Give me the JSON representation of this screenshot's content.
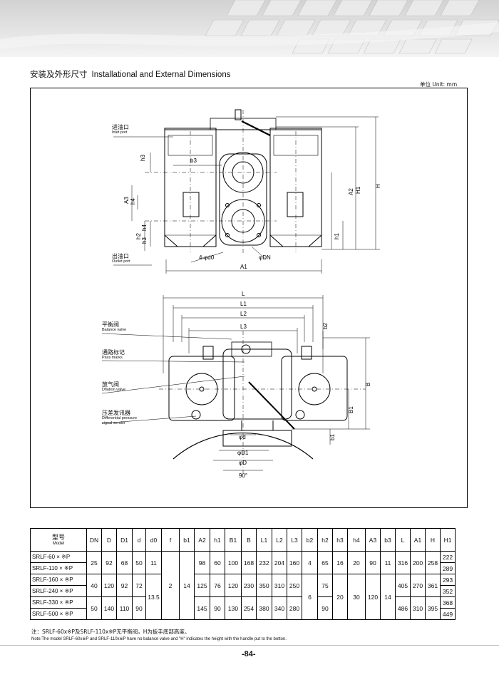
{
  "heading": {
    "title_cn": "安装及外形尺寸",
    "title_en": "Installational and External Dimensions",
    "unit": "单位 Unit: mm"
  },
  "front_view": {
    "inlet_cn": "进油口",
    "inlet_en": "Inlet port",
    "outlet_cn": "出油口",
    "outlet_en": "Outlet port",
    "dims": [
      "h3",
      "b3",
      "h4",
      "A3",
      "h2",
      "h4",
      "h3",
      "A2",
      "H1",
      "H",
      "h1",
      "4-φd0",
      "φDN",
      "A1"
    ]
  },
  "top_view": {
    "callouts": [
      {
        "cn": "平衡阀",
        "en": "Balance valve"
      },
      {
        "cn": "通路标记",
        "en": "Pass marks"
      },
      {
        "cn": "放气阀",
        "en": "Dflation valve"
      },
      {
        "cn": "压差发讯器",
        "en": "Differential pressure",
        "en2": "signal sender"
      }
    ],
    "dims": [
      "L",
      "L1",
      "L2",
      "L3",
      "b2",
      "B",
      "B1",
      "b1",
      "φd",
      "φD1",
      "φD",
      "90°"
    ]
  },
  "table": {
    "model_cn": "型号",
    "model_en": "Model",
    "headers": [
      "DN",
      "D",
      "D1",
      "d",
      "d0",
      "f",
      "b1",
      "A2",
      "h1",
      "B1",
      "B",
      "L1",
      "L2",
      "L3",
      "b2",
      "h2",
      "h3",
      "h4",
      "A3",
      "b3",
      "L",
      "A1",
      "H",
      "H1"
    ],
    "models": [
      "SRLF-60 × ※P",
      "SRLF-110 × ※P",
      "SRLF-160 × ※P",
      "SRLF-240 × ※P",
      "SRLF-330 × ※P",
      "SRLF-500 × ※P"
    ],
    "groups": [
      {
        "DN": "25",
        "D": "92",
        "D1": "68",
        "d": "50",
        "d0": "11",
        "A2": "98",
        "h1": "60",
        "B1": "100",
        "B": "168",
        "L1": "232",
        "L2": "204",
        "L3": "160",
        "b2": "4",
        "h2": "65",
        "h3": "16",
        "h4": "20",
        "A3": "90",
        "b3": "11",
        "L": "316",
        "A1": "200",
        "H": "258"
      },
      {
        "DN": "40",
        "D": "120",
        "D1": "92",
        "d": "72",
        "A2": "125",
        "h1": "76",
        "B1": "120",
        "B": "230",
        "L1": "350",
        "L2": "310",
        "L3": "250",
        "L": "405",
        "A1": "270",
        "H": "361"
      },
      {
        "DN": "50",
        "D": "140",
        "D1": "110",
        "d": "90",
        "A2": "145",
        "h1": "90",
        "B1": "130",
        "B": "254",
        "L1": "380",
        "L2": "340",
        "L3": "280",
        "h2": "90",
        "L": "486",
        "A1": "310",
        "H": "395"
      }
    ],
    "shared": {
      "d0_lower": "13.5",
      "f": "2",
      "b1": "14",
      "b2_lower": "6",
      "h2_mid": "75",
      "h3_lower": "20",
      "h4_lower": "30",
      "A3_lower": "120",
      "b3_lower": "14"
    },
    "H1": [
      "222",
      "289",
      "293",
      "352",
      "368",
      "449"
    ]
  },
  "notes": {
    "cn": "注：SRLF-60x※P及SRLF-110x※P无平衡阀，H为扳手底部高度。",
    "en": "Note:The model SRLF-60x※P and SRLF-110x※P have no balance valve and \"H\" indicates the height with the handle put to the botton."
  },
  "page_number": "-84-"
}
